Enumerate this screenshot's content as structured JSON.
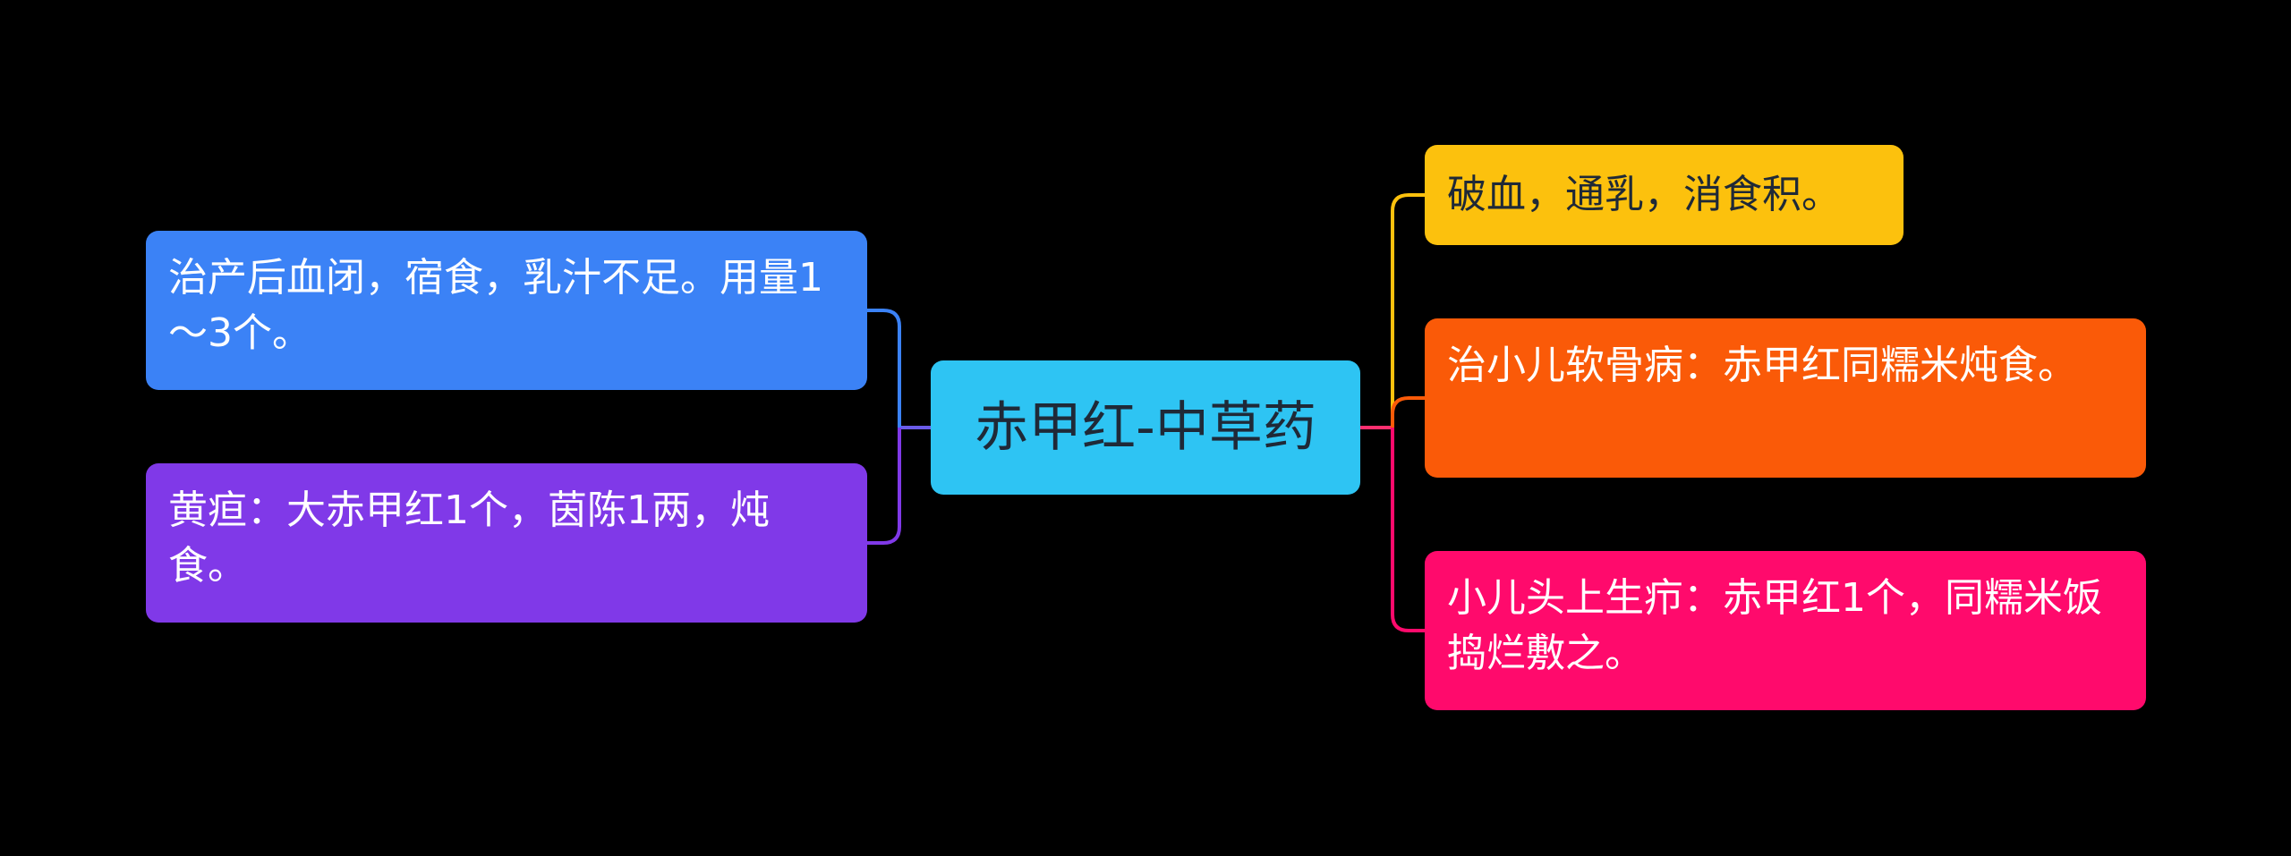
{
  "center": {
    "label": "赤甲红-中草药"
  },
  "left_branches": [
    {
      "text": "治产后血闭，宿食，乳汁不足。用量1～3个。",
      "color": "#3b82f6"
    },
    {
      "text": "黄疸：大赤甲红1个，茵陈1两，炖食。",
      "color": "#8039e8"
    }
  ],
  "right_branches": [
    {
      "text": "破血，通乳，消食积。",
      "color": "#fcc10d"
    },
    {
      "text": "治小儿软骨病：赤甲红同糯米炖食。",
      "color": "#fa5a08"
    },
    {
      "text": "小儿头上生疖：赤甲红1个，同糯米饭捣烂敷之。",
      "color": "#ff0a6c"
    }
  ]
}
